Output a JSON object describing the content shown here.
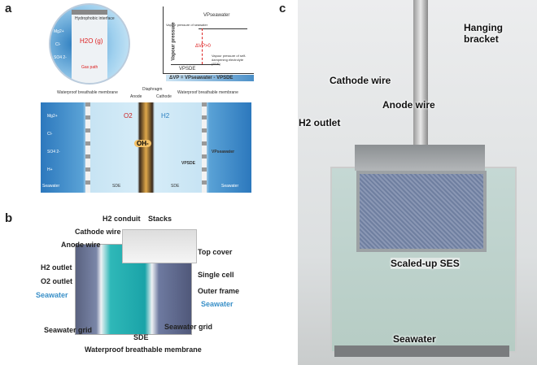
{
  "panels": {
    "a": "a",
    "b": "b",
    "c": "c"
  },
  "a": {
    "zoom_circle": {
      "interface": "Hydrophobic interface",
      "species": "H2O (g)",
      "path": "Gas path",
      "ions": [
        "Mg2+",
        "Cl-",
        "SO4 2-"
      ]
    },
    "graph": {
      "ylabel": "Vapour pressure",
      "vp_seawater": "VPseawater",
      "vp_seawater_note": "Vapour pressure of seawater",
      "delta": "ΔVP>0",
      "vp_sde": "VPSDE",
      "vp_sde_note": "Vapour pressure of self-dampening electrolyte (SDE)",
      "equation": "ΔVP = VPseawater - VPSDE"
    },
    "labels": {
      "membrane_left": "Waterproof breathable membrane",
      "diaphragm": "Diaphragm",
      "anode": "Anode",
      "cathode": "Cathode",
      "membrane_right": "Waterproof breathable membrane"
    },
    "cell": {
      "o2": "O2",
      "h2": "H2",
      "oh": "OH-",
      "sde_left": "SDE",
      "sde_right": "SDE",
      "seawater_left": "Seawater",
      "seawater_right": "Seawater",
      "vp_seawater": "VPseawater",
      "vp_sde": "VPSDE",
      "ions": [
        "Mg2+",
        "Cl-",
        "SO4 2-",
        "H+"
      ]
    }
  },
  "b": {
    "labels": [
      "H2 conduit",
      "Stacks",
      "Cathode wire",
      "Anode wire",
      "Top cover",
      "H2 outlet",
      "Single cell",
      "O2 outlet",
      "Outer frame",
      "Seawater",
      "Seawater",
      "Seawater grid",
      "Seawater grid",
      "SDE",
      "Waterproof breathable membrane"
    ]
  },
  "c": {
    "labels": {
      "bracket": "Hanging bracket",
      "cathode": "Cathode wire",
      "anode": "Anode wire",
      "h2": "H2 outlet",
      "ses": "Scaled-up SES",
      "seawater": "Seawater"
    }
  }
}
